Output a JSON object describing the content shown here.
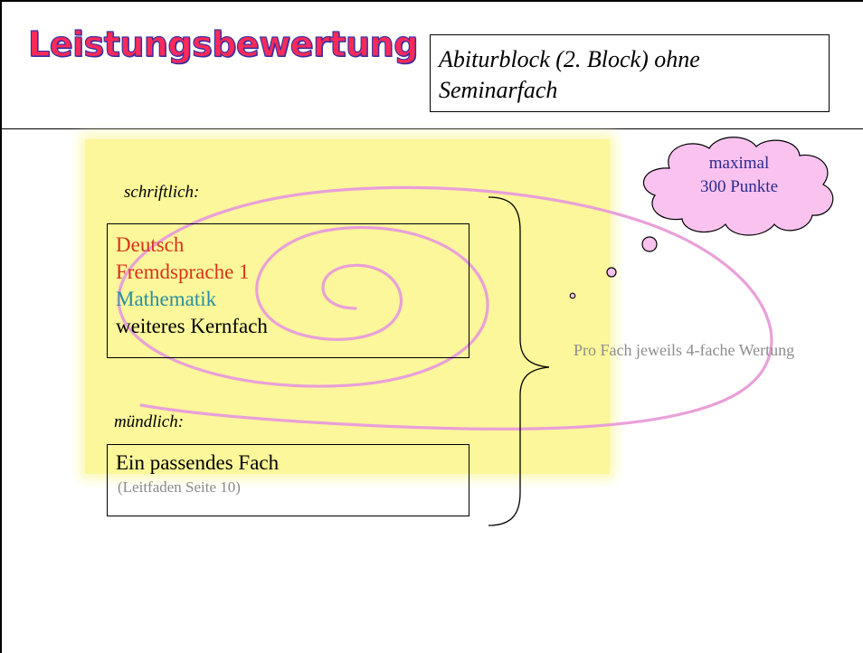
{
  "title": "Leistungsbewertung",
  "subtitle": "Abiturblock (2. Block) ohne Seminarfach",
  "written": {
    "label": "schriftlich:",
    "subjects": [
      {
        "name": "Deutsch",
        "color": "#d9331b"
      },
      {
        "name": "Fremdsprache 1",
        "color": "#d9331b"
      },
      {
        "name": "Mathematik",
        "color": "#2a8fa0"
      },
      {
        "name": "weiteres Kernfach",
        "color": "#000000"
      }
    ]
  },
  "oral": {
    "label": "mündlich:",
    "subject": "Ein passendes Fach",
    "reference": "(Leitfaden Seite 10)"
  },
  "weighting_note": "Pro Fach jeweils 4-fache Wertung",
  "thought_bubble": {
    "line1": "maximal",
    "line2": "300 Punkte"
  },
  "colors": {
    "panel": "#fbf79a",
    "spiral": "#e9a0d8",
    "cloud_fill": "#f9c2ef",
    "title_fill": "#ff2a5a",
    "title_outline": "#3a2fa0"
  }
}
